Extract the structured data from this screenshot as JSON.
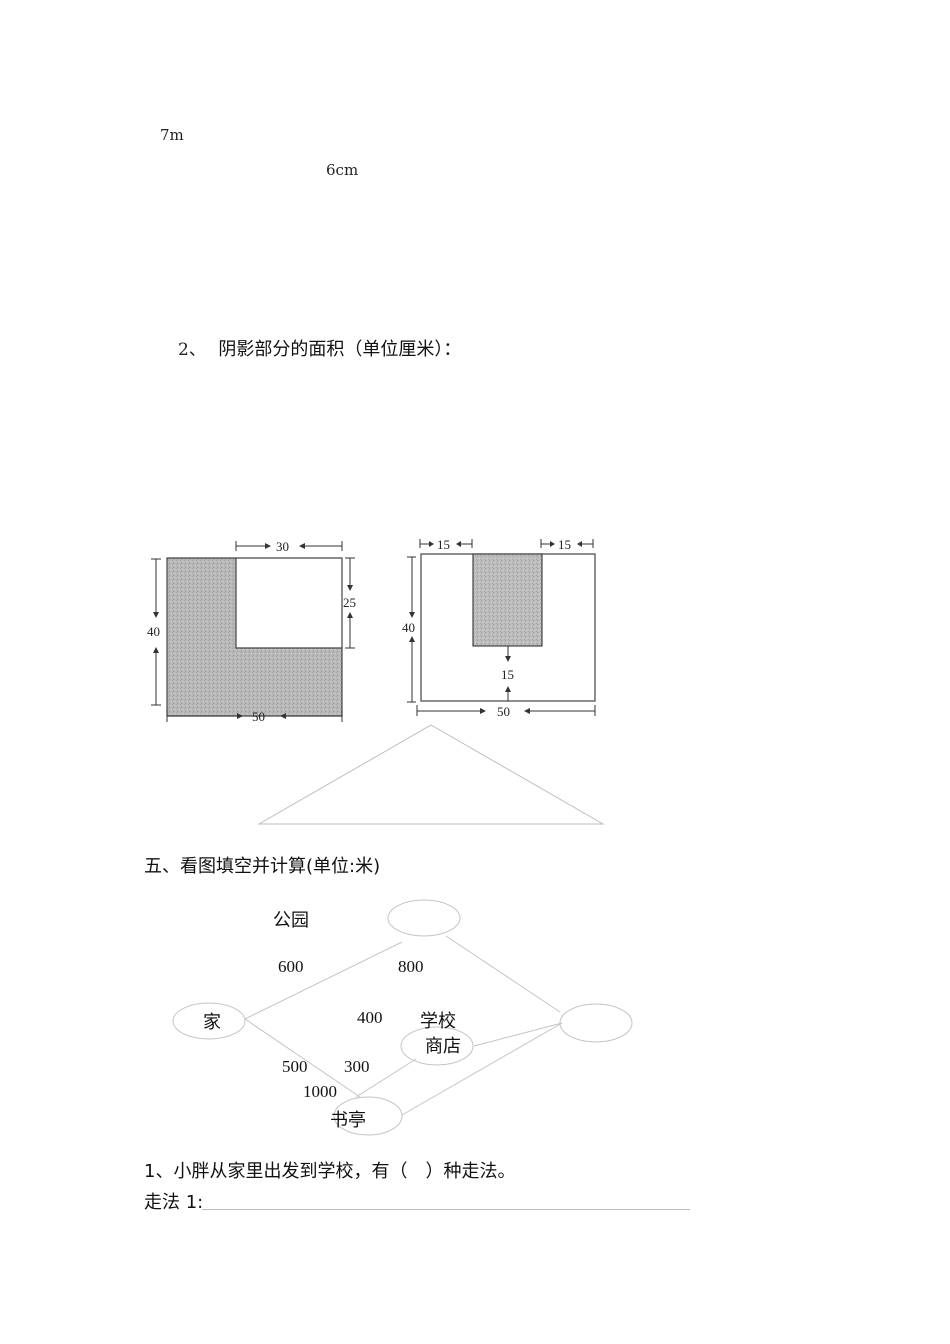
{
  "section4": {
    "q1_labels": {
      "dim_a": "7m",
      "dim_b": "6cm"
    },
    "q2": {
      "number": "2、",
      "title": "阴影部分的面积（单位厘米）："
    },
    "figure_left": {
      "top_dim": "30",
      "right_dim": "25",
      "left_dim": "40",
      "bottom_dim": "50"
    },
    "figure_right": {
      "top_left_dim": "15",
      "top_right_dim": "15",
      "left_dim": "40",
      "inner_dim": "15",
      "bottom_dim": "50"
    }
  },
  "section5": {
    "title": "五、看图填空并计算(单位:米)",
    "map": {
      "nodes": {
        "park": "公园",
        "home": "家",
        "school": "学校",
        "shop": "商店",
        "kiosk": "书亭"
      },
      "distances": {
        "home_park": "600",
        "park_school": "800",
        "shop_school": "400",
        "home_kiosk": "500",
        "kiosk_shop": "300",
        "kiosk_school": "1000"
      }
    },
    "q1": {
      "text": "1、小胖从家里出发到学校，有（　）种走法。",
      "route_label": "走法 1:"
    }
  }
}
